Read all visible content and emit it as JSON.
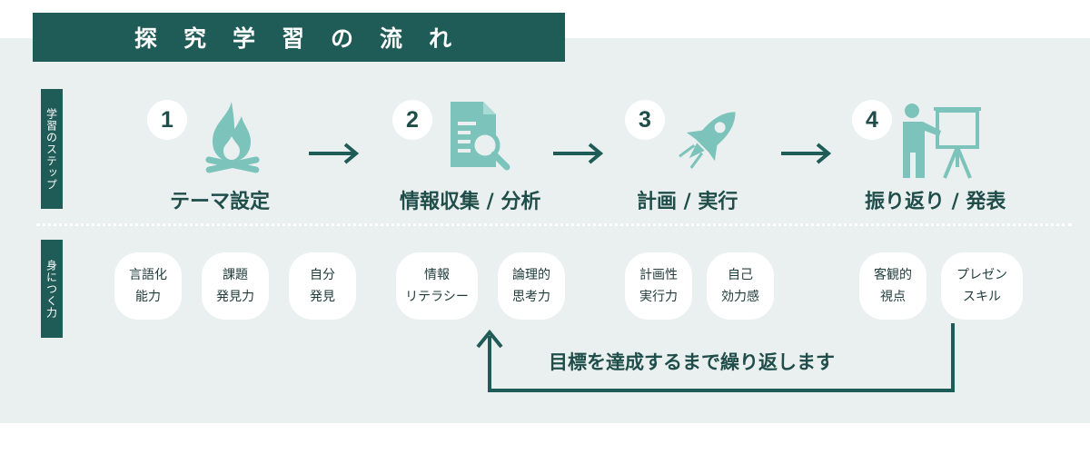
{
  "title": "探究学習の流れ",
  "labels": {
    "steps": "学習のステップ",
    "skills": "身につく力"
  },
  "steps": [
    {
      "number": "1",
      "label": "テーマ設定",
      "icon": "campfire-icon"
    },
    {
      "number": "2",
      "label": "情報収集 / 分析",
      "icon": "document-search-icon"
    },
    {
      "number": "3",
      "label": "計画 / 実行",
      "icon": "rocket-icon"
    },
    {
      "number": "4",
      "label": "振り返り / 発表",
      "icon": "presentation-icon"
    }
  ],
  "skills": [
    "言語化\n能力",
    "課題\n発見力",
    "自分\n発見",
    "情報\nリテラシー",
    "論理的\n思考力",
    "計画性\n実行力",
    "自己\n効力感",
    "客観的\n視点",
    "プレゼン\nスキル"
  ],
  "repeat": "目標を達成するまで繰り返します",
  "colors": {
    "accent": "#1f5c58",
    "icon": "#7cc3bb",
    "panel": "#eaf0ef",
    "text": "#1f4d4a"
  }
}
